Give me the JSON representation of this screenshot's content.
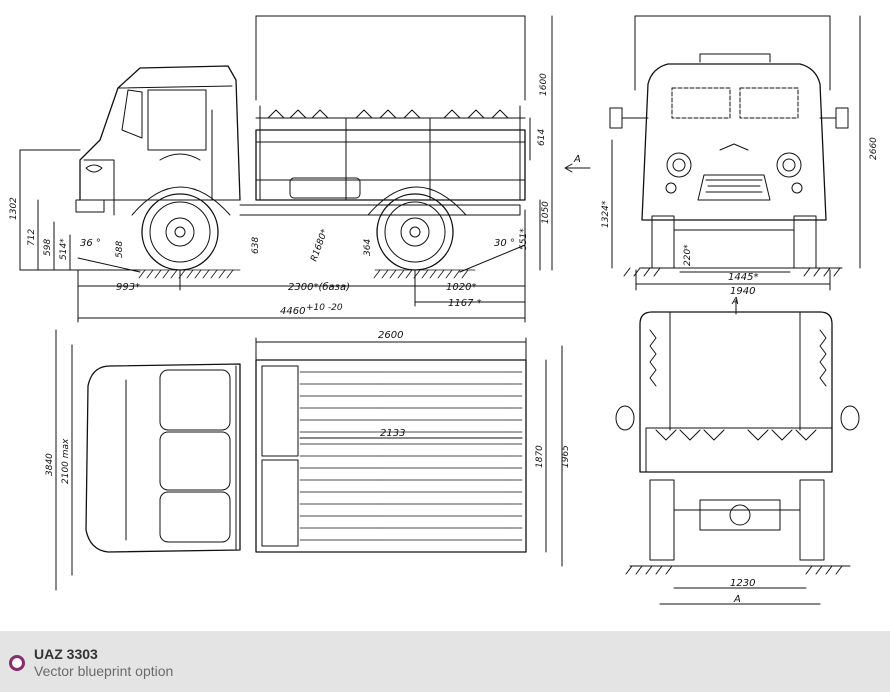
{
  "caption": {
    "title": "UAZ 3303",
    "subtitle": "Vector blueprint option",
    "icon": "circle-bullet-icon",
    "accent_color": "#8a2b6b"
  },
  "dimensions": {
    "side": {
      "h_1600": "1600",
      "h_614": "614",
      "h_1050": "1050",
      "h_1302": "1302",
      "h_712": "712",
      "h_598": "598",
      "h_514": "514*",
      "h_588": "588",
      "h_638": "638",
      "h_364": "364",
      "h_551": "551*",
      "angle_front": "36 °",
      "angle_rear": "30 °",
      "radius": "R1680*",
      "front_overhang": "993*",
      "wheelbase": "2300*(база)",
      "rear_1020": "1020*",
      "rear_1167": "1167 *",
      "overall_length": "4460",
      "length_tol": "+10 -20",
      "arrow_label": "A"
    },
    "front": {
      "height_2660": "2660",
      "h_1324": "1324*",
      "ground_220": "220*",
      "track_1445": "1445*",
      "width_1940": "1940"
    },
    "top": {
      "body_length_2600": "2600",
      "inner_2133": "2133",
      "w_3840": "3840",
      "w_2100": "2100 max",
      "w_1870": "1870",
      "w_1965": "1965"
    },
    "rear": {
      "arrow_label": "A",
      "track_1230": "1230",
      "dim_label": "A"
    }
  }
}
